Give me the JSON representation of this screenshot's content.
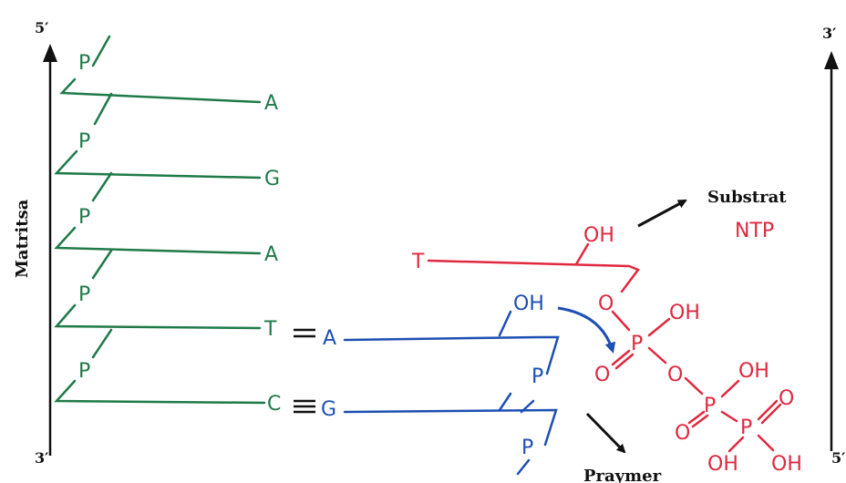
{
  "colors": {
    "template_strand": "#1f7a4a",
    "primer_strand": "#1e4fb3",
    "substrate": "#e0283f",
    "arrows": "#111111"
  },
  "template": {
    "label": "Matritsa",
    "top_end": "5′",
    "bottom_end": "3′",
    "phosphate": "P",
    "bases": [
      "A",
      "G",
      "A",
      "T",
      "C"
    ]
  },
  "primer": {
    "label": "Praymer",
    "bases": [
      "A",
      "G"
    ],
    "phosphate": "P",
    "hydroxyl": "OH"
  },
  "substrate": {
    "label": "Substrat",
    "sublabel": "NTP",
    "base": "T",
    "hydroxyl": "OH",
    "phosphate_atom": "P",
    "oxygen": "O",
    "oh_group": "OH"
  },
  "right_axis": {
    "top_end": "3′",
    "bottom_end": "5′"
  }
}
